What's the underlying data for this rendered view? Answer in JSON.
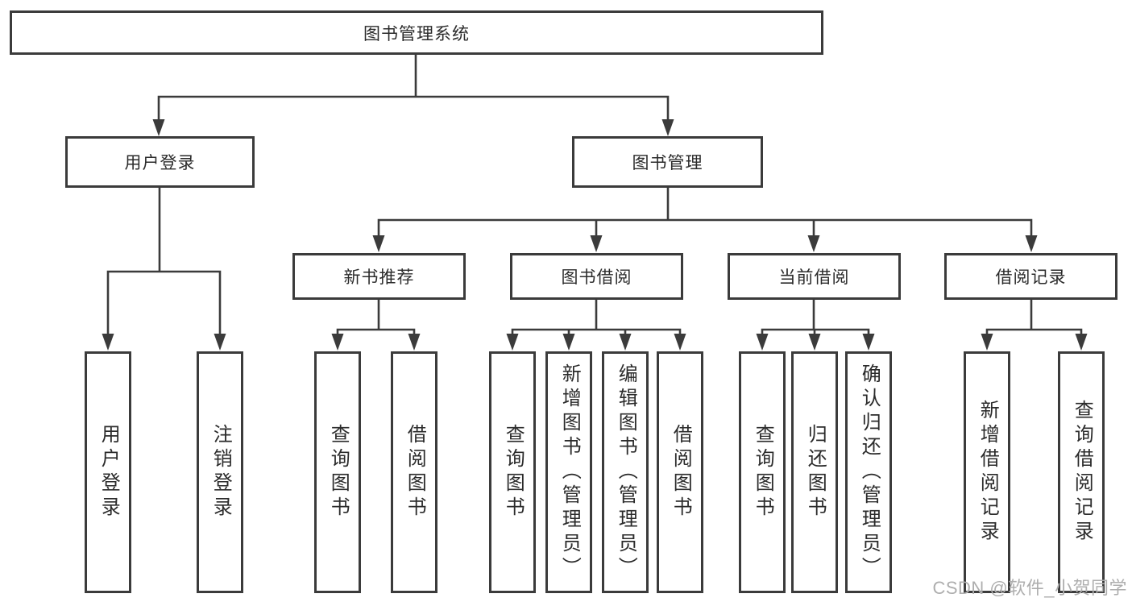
{
  "nodes": {
    "root": "图书管理系统",
    "login": "用户登录",
    "mgmt": "图书管理",
    "rec": "新书推荐",
    "borrow": "图书借阅",
    "current": "当前借阅",
    "records": "借阅记录",
    "leaf_login": "用户登录",
    "leaf_logout": "注销登录",
    "leaf_rec_query": "查询图书",
    "leaf_rec_borrow": "借阅图书",
    "leaf_bor_query": "查询图书",
    "leaf_bor_add": "新增图书（管理员）",
    "leaf_bor_edit": "编辑图书（管理员）",
    "leaf_bor_borrow": "借阅图书",
    "leaf_cur_query": "查询图书",
    "leaf_cur_return": "归还图书",
    "leaf_cur_confirm": "确认归还（管理员）",
    "leaf_rcd_add": "新增借阅记录",
    "leaf_rcd_query": "查询借阅记录"
  },
  "watermark": "CSDN @软件_小贺同学",
  "colors": {
    "line": "#3b3b3b",
    "text": "#2b2b2b",
    "watermark": "#aeaeae",
    "background": "#ffffff"
  }
}
